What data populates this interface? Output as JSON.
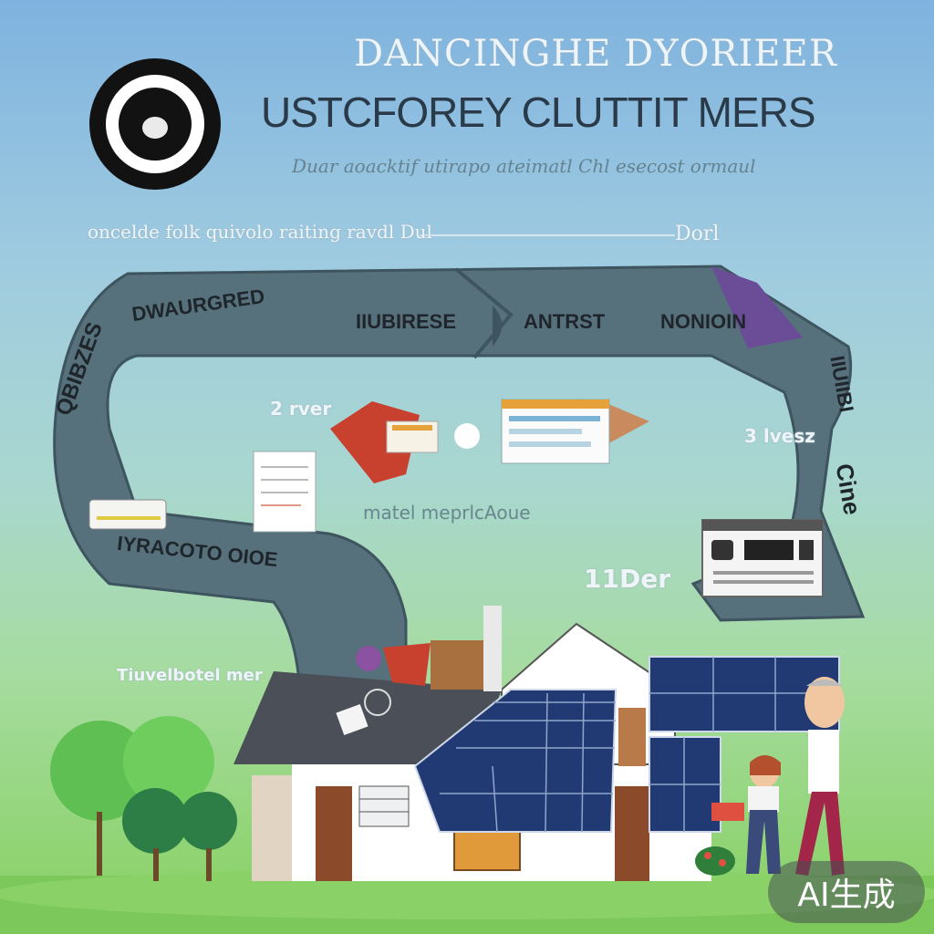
{
  "header": {
    "top_line": "DANCINGHE DYORIEER",
    "title": "USTCFOREY CLUTTIT MERS",
    "subtitle": "Duar aoacktif utirapo ateimatl Chl esecost ormaul"
  },
  "tagline": {
    "left": "oncelde folk quivolo raiting ravdl Dul",
    "right": "Dorl"
  },
  "loop_labels": {
    "top_left": "DWAURGRED",
    "top_mid": "IIUBIRESE",
    "top_mid2": "ANTRST",
    "top_right": "NONIOIN",
    "left_side": "QBIBZES",
    "right_side": "IIUIIBI",
    "right_side2": "Cine",
    "bottom_left": "IYRACOTO OIOE"
  },
  "scatter": {
    "center": "matel meprlcAoue",
    "num1": "2 rver",
    "num2": "3 lvesz",
    "num3": "11Der",
    "lower_left": "Tiuvelbotel mer"
  },
  "badge": {
    "text": "AI生成"
  },
  "colors": {
    "loop": "#56707c",
    "loop_dark": "#3e5560",
    "panel": "#223a73",
    "roof": "#4a4f58",
    "accent_red": "#c8402e",
    "accent_purple": "#6a4c97"
  }
}
